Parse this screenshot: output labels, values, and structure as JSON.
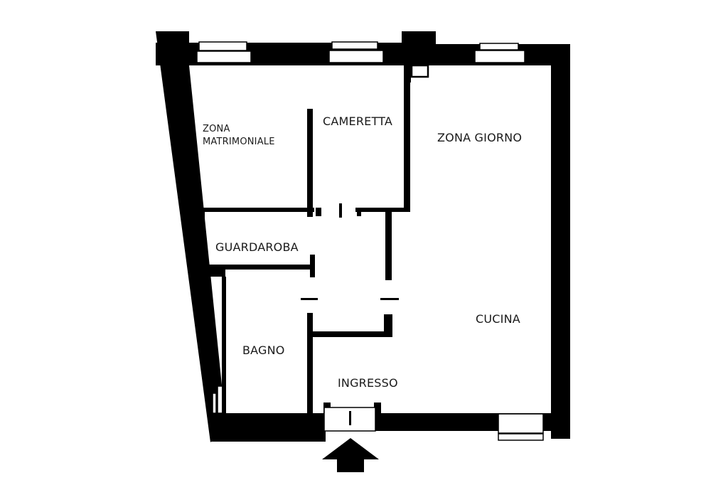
{
  "plan": {
    "rooms": [
      {
        "id": "zona-matrimoniale",
        "lines": [
          "ZONA",
          "MATRIMONIALE"
        ]
      },
      {
        "id": "cameretta",
        "lines": [
          "CAMERETTA"
        ]
      },
      {
        "id": "zona-giorno",
        "lines": [
          "ZONA GIORNO"
        ]
      },
      {
        "id": "guardaroba",
        "lines": [
          "GUARDAROBA"
        ]
      },
      {
        "id": "cucina",
        "lines": [
          "CUCINA"
        ]
      },
      {
        "id": "bagno",
        "lines": [
          "BAGNO"
        ]
      },
      {
        "id": "ingresso",
        "lines": [
          "INGRESSO"
        ]
      }
    ],
    "entrance_marker": "arrow-up-icon",
    "colors": {
      "wall": "#000000",
      "background": "#ffffff",
      "text": "#1a1a1a"
    }
  }
}
